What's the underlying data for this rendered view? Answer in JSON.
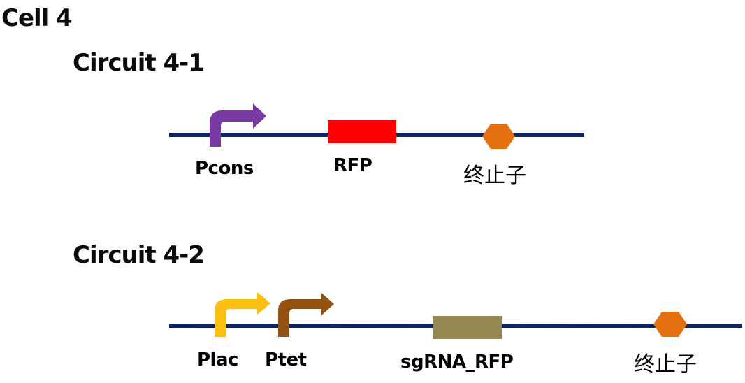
{
  "cell_title": "Cell 4",
  "colors": {
    "backbone": "#0d2461",
    "pcons": "#7a3aa3",
    "plac": "#fdbf0f",
    "ptet": "#93520f",
    "rfp": "#ff0000",
    "sgrna_rfp": "#968852",
    "terminator": "#e5700f"
  },
  "circuits": [
    {
      "title": "Circuit 4-1",
      "parts": [
        {
          "type": "promoter",
          "name": "Pcons",
          "color_key": "pcons"
        },
        {
          "type": "cds",
          "name": "RFP",
          "color_key": "rfp"
        },
        {
          "type": "terminator",
          "name": "终止子",
          "color_key": "terminator"
        }
      ]
    },
    {
      "title": "Circuit 4-2",
      "parts": [
        {
          "type": "promoter",
          "name": "Plac",
          "color_key": "plac"
        },
        {
          "type": "promoter",
          "name": "Ptet",
          "color_key": "ptet"
        },
        {
          "type": "cds",
          "name": "sgRNA_RFP",
          "color_key": "sgrna_rfp"
        },
        {
          "type": "terminator",
          "name": "终止子",
          "color_key": "terminator"
        }
      ]
    }
  ]
}
